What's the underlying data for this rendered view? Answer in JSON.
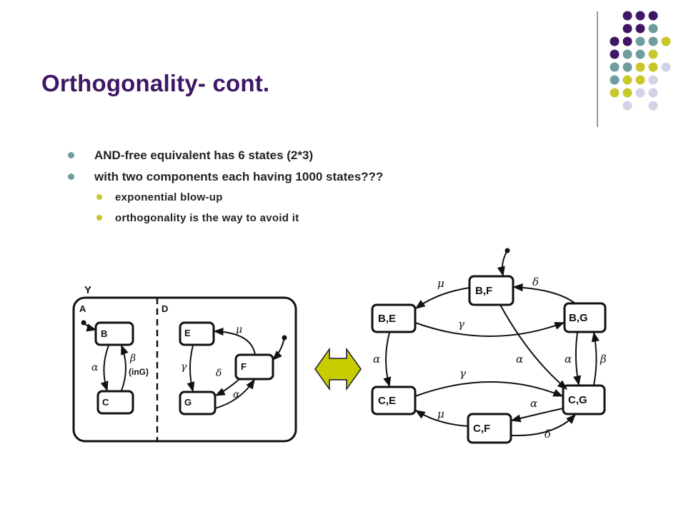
{
  "slide": {
    "title": "Orthogonality- cont.",
    "bullets": [
      "AND-free equivalent has 6 states (2*3)",
      "with two components each having 1000 states???"
    ],
    "sub_bullets": [
      "exponential blow-up",
      "orthogonality is the way to avoid it"
    ],
    "colors": {
      "title": "#3f1665",
      "purple": "#3f1665",
      "teal": "#6f9c9c",
      "olive": "#c8c82a",
      "lavender": "#d3d2e6",
      "arrow_fill": "#c8cc00"
    }
  },
  "left_diagram": {
    "outer_state": "Y",
    "regions": [
      "A",
      "D"
    ],
    "states": [
      "B",
      "C",
      "E",
      "F",
      "G"
    ],
    "transitions": {
      "b_to_c": "α",
      "c_to_b": "β",
      "c_to_b_cond": "(inG)",
      "f_to_e": "μ",
      "e_to_g": "γ",
      "g_to_f": "α",
      "f_to_g": "δ"
    }
  },
  "right_diagram": {
    "states": [
      "B,F",
      "B,E",
      "B,G",
      "C,E",
      "C,G",
      "C,F"
    ],
    "transitions": {
      "bf_to_be": "μ",
      "bg_to_bf": "δ",
      "be_to_bg": "γ",
      "be_to_ce": "α",
      "bf_to_cg": "α",
      "bg_to_cg": "α",
      "cg_to_bg": "β",
      "ce_to_cg": "γ",
      "cf_to_ce": "μ",
      "cg_to_cf": "α",
      "cf_to_cg": "δ"
    }
  },
  "equivalence_arrow": "double-arrow-icon"
}
